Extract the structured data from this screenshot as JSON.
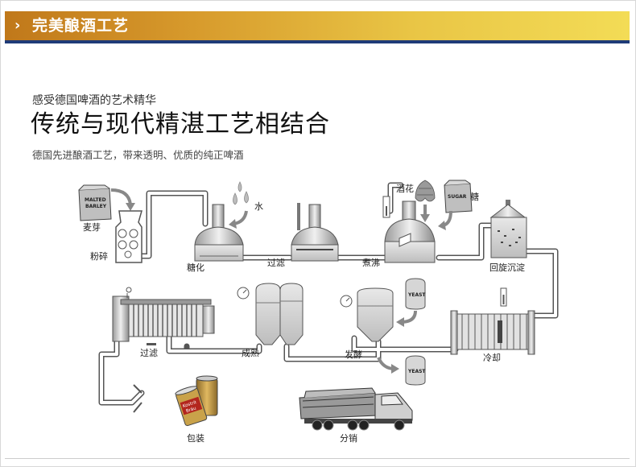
{
  "header": {
    "title": "完美酿酒工艺",
    "icon": "chevron-right-icon"
  },
  "intro": {
    "subtitle": "感受德国啤酒的艺术精华",
    "title": "传统与现代精湛工艺相结合",
    "description": "德国先进酿酒工艺，带来透明、优质的纯正啤酒"
  },
  "steps": {
    "malt": "麦芽",
    "crush": "粉碎",
    "water": "水",
    "mash": "糖化",
    "filter1": "过滤",
    "boil": "煮沸",
    "hops": "酒花",
    "sugar": "糖",
    "whirlpool": "回旋沉淀",
    "cool": "冷却",
    "ferment": "发酵",
    "mature": "成熟",
    "filter2": "过滤",
    "package": "包装",
    "distribute": "分销"
  },
  "sack_labels": {
    "malt_line1": "MALTED",
    "malt_line2": "BARLEY",
    "sugar": "SUGAR",
    "yeast1": "YEAST",
    "yeast2": "YEAST"
  },
  "can_label": {
    "line1": "Kostrit",
    "line2": "Bräu"
  },
  "colors": {
    "header_start": "#c0781a",
    "header_end": "#f3dc56",
    "header_underline": "#1f3b78"
  }
}
